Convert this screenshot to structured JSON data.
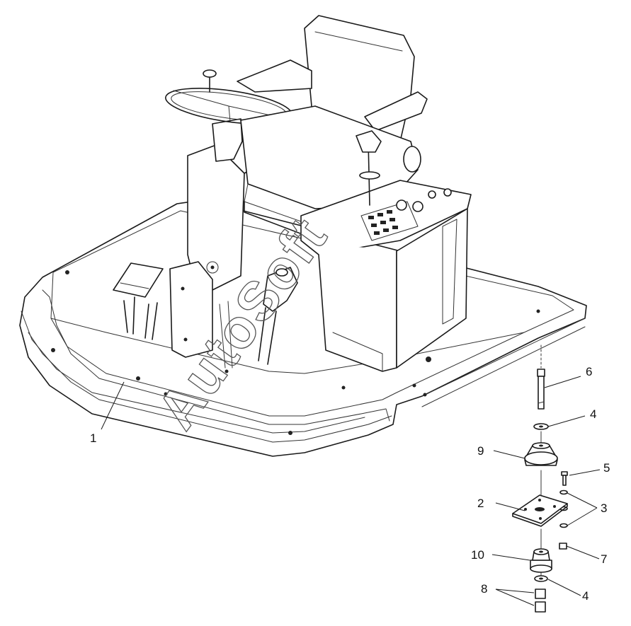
{
  "watermark": "AutoSoft",
  "callouts": [
    {
      "id": "c1",
      "label": "1"
    },
    {
      "id": "c2",
      "label": "2"
    },
    {
      "id": "c3",
      "label": "3"
    },
    {
      "id": "c4a",
      "label": "4"
    },
    {
      "id": "c4b",
      "label": "4"
    },
    {
      "id": "c5",
      "label": "5"
    },
    {
      "id": "c6",
      "label": "6"
    },
    {
      "id": "c7",
      "label": "7"
    },
    {
      "id": "c8",
      "label": "8"
    },
    {
      "id": "c9",
      "label": "9"
    },
    {
      "id": "c10",
      "label": "10"
    }
  ]
}
